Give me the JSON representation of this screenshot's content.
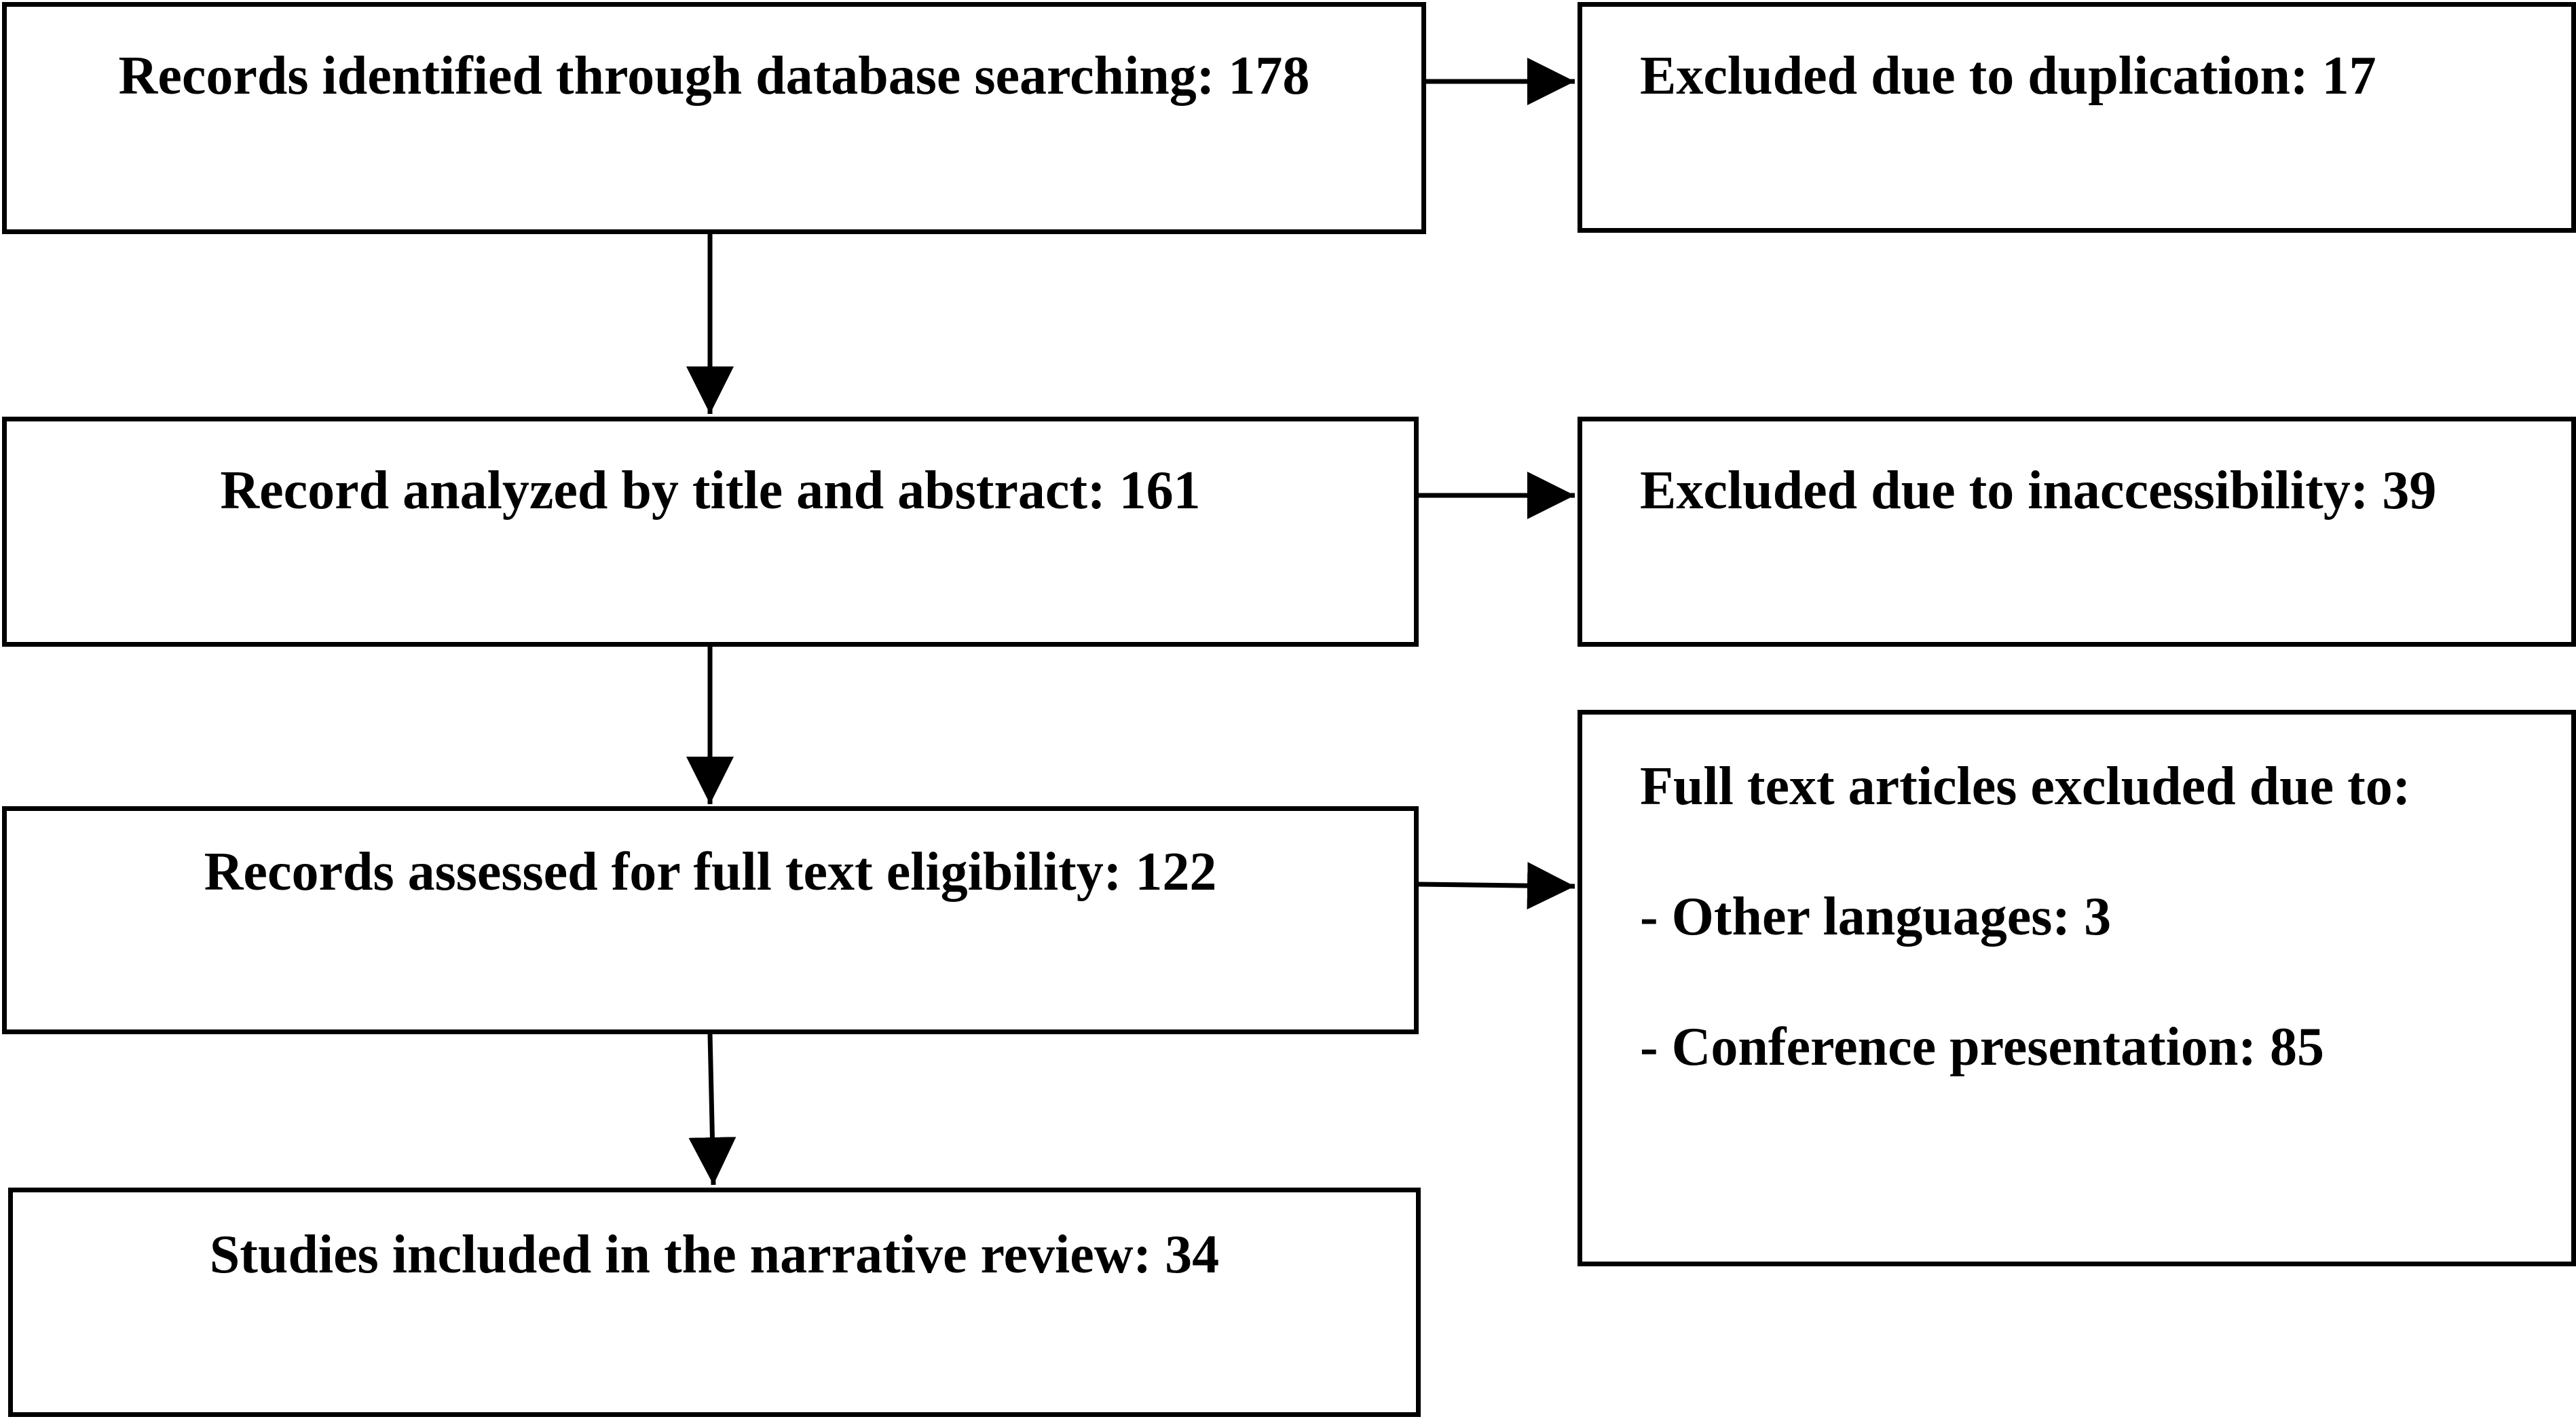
{
  "flow": {
    "identified": "Records identified through database searching: 178",
    "screened": "Record analyzed by title and abstract: 161",
    "eligibility": "Records assessed for full text eligibility: 122",
    "included": "Studies included in the narrative review: 34"
  },
  "exclusions": {
    "duplication": "Excluded due to duplication: 17",
    "inaccessibility": "Excluded due to inaccessibility: 39",
    "fulltext": {
      "heading": "Full text articles excluded due to:",
      "items": [
        "- Other languages: 3",
        "- Conference presentation: 85"
      ]
    }
  }
}
